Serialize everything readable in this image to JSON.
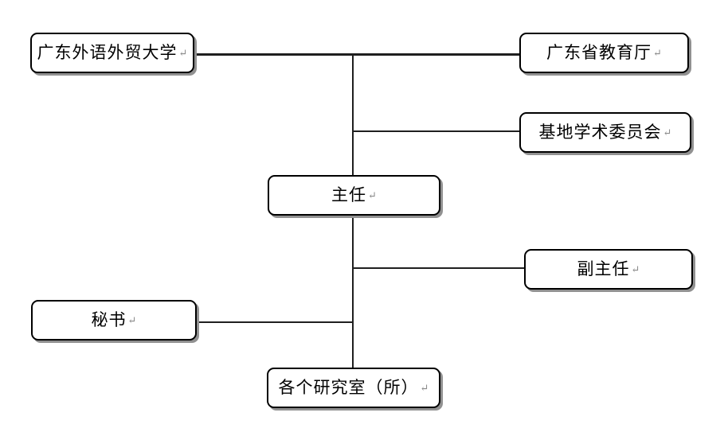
{
  "diagram": {
    "type": "org-chart",
    "paragraph_mark": "↵",
    "nodes": [
      {
        "id": "gdufs",
        "label": "广东外语外贸大学"
      },
      {
        "id": "education-dept",
        "label": "广东省教育厅"
      },
      {
        "id": "academic-committee",
        "label": "基地学术委员会"
      },
      {
        "id": "director",
        "label": "主任"
      },
      {
        "id": "deputy-director",
        "label": "副主任"
      },
      {
        "id": "secretary",
        "label": "秘书"
      },
      {
        "id": "research-offices",
        "label": "各个研究室（所）"
      }
    ],
    "edges": [
      {
        "from": "gdufs",
        "to": "education-dept"
      },
      {
        "from": "gdufs",
        "to": "director"
      },
      {
        "from": "education-dept",
        "to": "director"
      },
      {
        "from": "director",
        "to": "academic-committee"
      },
      {
        "from": "director",
        "to": "deputy-director"
      },
      {
        "from": "director",
        "to": "secretary"
      },
      {
        "from": "director",
        "to": "research-offices"
      }
    ],
    "colors": {
      "background": "#ffffff",
      "box_fill": "#ffffff",
      "box_border": "#000000",
      "box_shadow": "#919191",
      "line": "#1f1f1f",
      "text": "#000000",
      "paragraph_mark": "#8a8a8a"
    }
  }
}
